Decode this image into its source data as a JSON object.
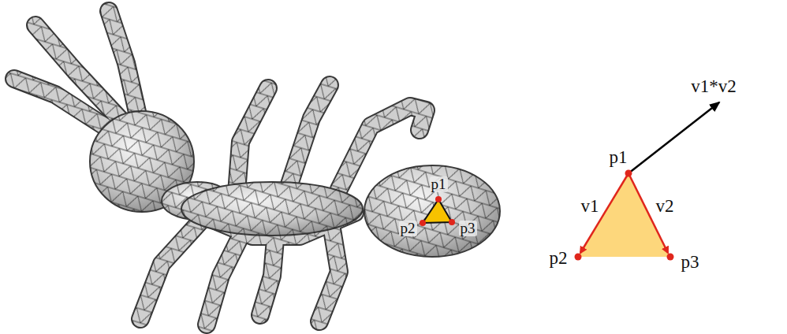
{
  "diagram": {
    "labels": [
      "p1",
      "p2",
      "p3",
      "v1*v2",
      "p1",
      "v1",
      "v2",
      "p2",
      "p3"
    ]
  }
}
